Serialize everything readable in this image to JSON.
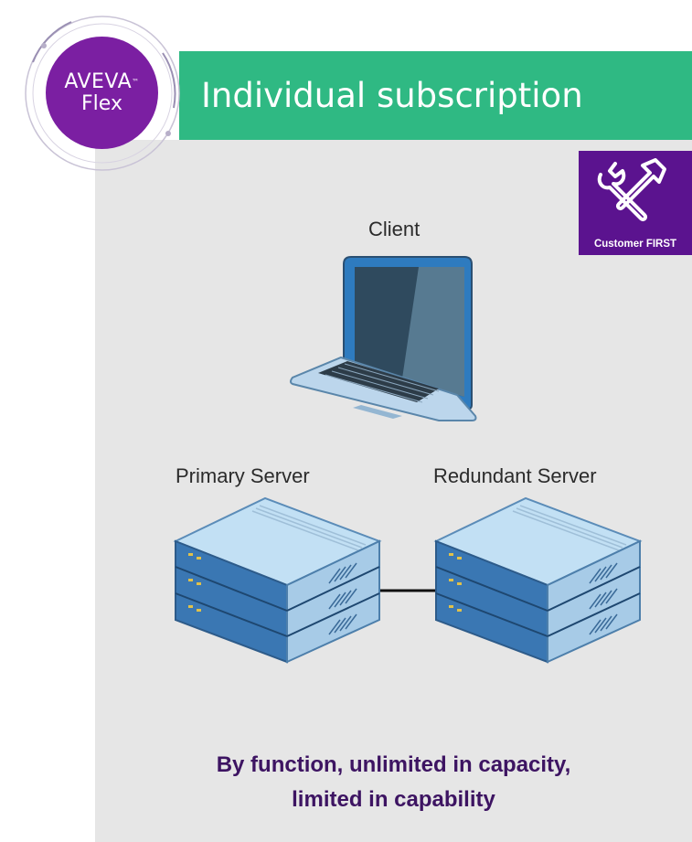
{
  "logo": {
    "line1": "AVEVA",
    "trademark": "™",
    "line2": "Flex"
  },
  "banner": {
    "title": "Individual subscription"
  },
  "badge": {
    "label": "Customer FIRST",
    "icon": "tools-icon"
  },
  "nodes": {
    "client": {
      "label": "Client"
    },
    "primary": {
      "label": "Primary Server"
    },
    "redundant": {
      "label": "Redundant Server"
    }
  },
  "caption": {
    "line1": "By function, unlimited in capacity,",
    "line2": "limited in capability"
  },
  "colors": {
    "banner": "#2fb983",
    "logo": "#7b1fa2",
    "badge": "#5b138f",
    "caption": "#3d1462",
    "panel": "#e6e6e6"
  }
}
